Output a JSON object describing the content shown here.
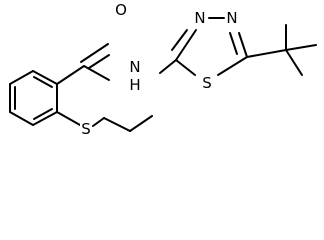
{
  "structure": {
    "atoms": {
      "oxygen": "O",
      "amide_nitrogen": "N",
      "amide_hydrogen": "H",
      "ring_n3": "N",
      "ring_n4": "N",
      "ring_sulfur": "S",
      "thioether_sulfur": "S"
    }
  }
}
